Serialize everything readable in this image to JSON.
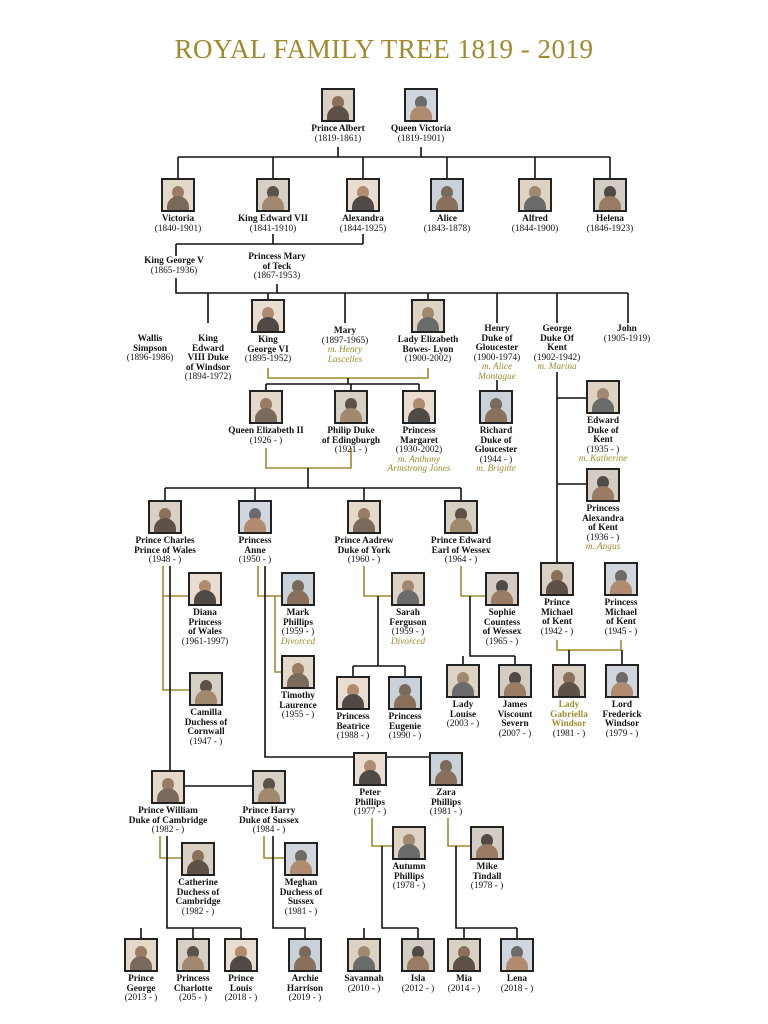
{
  "title": "ROYAL FAMILY TREE 1819 - 2019",
  "people": [
    {
      "id": "albert",
      "name": "Prince Albert",
      "years": "(1819-1861)",
      "photo": true
    },
    {
      "id": "victoria_q",
      "name": "Queen Victoria",
      "years": "(1819-1901)",
      "photo": true
    },
    {
      "id": "victoria",
      "name": "Victoria",
      "years": "(1840-1901)",
      "photo": true
    },
    {
      "id": "edward7",
      "name": "King Edward VII",
      "years": "(1841-1910)",
      "photo": true
    },
    {
      "id": "alexandra",
      "name": "Alexandra",
      "years": "(1844-1925)",
      "photo": true
    },
    {
      "id": "alice",
      "name": "Alice",
      "years": "(1843-1878)",
      "photo": true
    },
    {
      "id": "alfred",
      "name": "Alfred",
      "years": "(1844-1900)",
      "photo": true
    },
    {
      "id": "helena",
      "name": "Helena",
      "years": "(1846-1923)",
      "photo": true
    },
    {
      "id": "george5",
      "name": "King George V",
      "years": "(1865-1936)",
      "photo": false
    },
    {
      "id": "mary_teck",
      "name": "Princess Mary\nof Teck",
      "years": "(1867-1953)",
      "photo": false
    },
    {
      "id": "wallis",
      "name": "Wallis\nSimpson",
      "years": "(1896-1986)",
      "photo": false
    },
    {
      "id": "edward8",
      "name": "King\nEdward\nVIII Duke\nof Windsor",
      "years": "(1894-1972)",
      "photo": false
    },
    {
      "id": "george6",
      "name": "King\nGeorge VI",
      "years": "(1895-1952)",
      "photo": true
    },
    {
      "id": "mary",
      "name": "Mary",
      "years": "(1897-1965)",
      "spouse": "m. Henry\nLascelles",
      "photo": false
    },
    {
      "id": "eliz_bl",
      "name": "Lady Elizabeth\nBowes- Lyon",
      "years": "(1900-2002)",
      "photo": true
    },
    {
      "id": "henry_g",
      "name": "Henry\nDuke of\nGloucester",
      "years": "(1900-1974)",
      "spouse": "m. Alice\nMontague",
      "photo": false
    },
    {
      "id": "george_k",
      "name": "George\nDuke Of\nKent",
      "years": "(1902-1942)",
      "spouse": "m. Marina",
      "photo": false
    },
    {
      "id": "john",
      "name": "John",
      "years": "(1905-1919)",
      "photo": false
    },
    {
      "id": "eliz2",
      "name": "Queen Elizabeth II",
      "years": "(1926 - )",
      "photo": true
    },
    {
      "id": "philip",
      "name": "Philip Duke\nof Edingburgh",
      "years": "(1921 - )",
      "photo": true
    },
    {
      "id": "margaret",
      "name": "Princess\nMargaret",
      "years": "(1930-2002)",
      "spouse": "m. Anthony\nArmstrong Jones",
      "photo": true
    },
    {
      "id": "richard",
      "name": "Richard\nDuke of\nGloucester",
      "years": "(1944 - )",
      "spouse": "m. Brigitte",
      "photo": true
    },
    {
      "id": "edward_k",
      "name": "Edward\nDuke of\nKent",
      "years": "(1935 - )",
      "spouse": "m. Katherine",
      "photo": true
    },
    {
      "id": "alexandra_k",
      "name": "Princess\nAlexandra\nof Kent",
      "years": "(1936 - )",
      "spouse": "m. Angus",
      "photo": true
    },
    {
      "id": "charles",
      "name": "Prince Charles\nPrince of Wales",
      "years": "(1948 - )",
      "photo": true
    },
    {
      "id": "anne",
      "name": "Princess\nAnne",
      "years": "(1950 - )",
      "photo": true
    },
    {
      "id": "andrew",
      "name": "Prince Aadrew\nDuke of York",
      "years": "(1960 - )",
      "photo": true
    },
    {
      "id": "edward_w",
      "name": "Prince Edward\nEarl of Wessex",
      "years": "(1964 - )",
      "photo": true
    },
    {
      "id": "diana",
      "name": "Diana\nPrincess\nof Wales",
      "years": "(1961-1997)",
      "photo": true
    },
    {
      "id": "mark",
      "name": "Mark\nPhillips",
      "years": "(1959 - )",
      "spouse": "Divorced",
      "photo": true
    },
    {
      "id": "sarah",
      "name": "Sarah\nFerguson",
      "years": "(1959 - )",
      "spouse": "Divorced",
      "photo": true
    },
    {
      "id": "sophie",
      "name": "Sophie\nCountess\nof Wessex",
      "years": "(1965 - )",
      "photo": true
    },
    {
      "id": "michael",
      "name": "Prince\nMichael\nof Kent",
      "years": "(1942 - )",
      "photo": true
    },
    {
      "id": "michael_w",
      "name": "Princess\nMichael\nof Kent",
      "years": "(1945 - )",
      "photo": true
    },
    {
      "id": "timothy",
      "name": "Timothy\nLaurence",
      "years": "(1955 - )",
      "photo": true
    },
    {
      "id": "camilla",
      "name": "Camilla\nDuchess of\nCornwall",
      "years": "(1947 - )",
      "photo": true
    },
    {
      "id": "beatrice",
      "name": "Princess\nBeatrice",
      "years": "(1988 - )",
      "photo": true
    },
    {
      "id": "eugenie",
      "name": "Princess\nEugenie",
      "years": "(1990 - )",
      "photo": true
    },
    {
      "id": "louise",
      "name": "Lady\nLouise",
      "years": "(2003 - )",
      "photo": true
    },
    {
      "id": "james",
      "name": "James\nViscount\nSevern",
      "years": "(2007 - )",
      "photo": true
    },
    {
      "id": "gabriella",
      "name": "Lady\nGabriella\nWindsor",
      "years": "(1981 - )",
      "photo": true,
      "gold": true
    },
    {
      "id": "frederick",
      "name": "Lord\nFrederick\nWindsor",
      "years": "(1979 - )",
      "photo": true
    },
    {
      "id": "william",
      "name": "Prince William\nDuke of Cambridge",
      "years": "(1982 - )",
      "photo": true
    },
    {
      "id": "harry",
      "name": "Prince Harry\nDuke of Sussex",
      "years": "(1984 - )",
      "photo": true
    },
    {
      "id": "peter",
      "name": "Peter\nPhillips",
      "years": "(1977 - )",
      "photo": true
    },
    {
      "id": "zara",
      "name": "Zara\nPhillips",
      "years": "(1981 - )",
      "photo": true
    },
    {
      "id": "autumn",
      "name": "Autumn\nPhillips",
      "years": "(1978 - )",
      "photo": true
    },
    {
      "id": "mike",
      "name": "Mike\nTindall",
      "years": "(1978 - )",
      "photo": true
    },
    {
      "id": "catherine",
      "name": "Catherine\nDuchess of\nCambridge",
      "years": "(1982 - )",
      "photo": true
    },
    {
      "id": "meghan",
      "name": "Meghan\nDuchess of\nSussex",
      "years": "(1981 - )",
      "photo": true
    },
    {
      "id": "george",
      "name": "Prince\nGeorge",
      "years": "(2013 - )",
      "photo": true
    },
    {
      "id": "charlotte",
      "name": "Princess\nCharlotte",
      "years": "(205 - )",
      "photo": true
    },
    {
      "id": "louis",
      "name": "Prince\nLouis",
      "years": "(2018 - )",
      "photo": true
    },
    {
      "id": "archie",
      "name": "Archie\nHarrison",
      "years": "(2019 - )",
      "photo": true
    },
    {
      "id": "savannah",
      "name": "Savannah",
      "years": "(2010 - )",
      "photo": true
    },
    {
      "id": "isla",
      "name": "Isla",
      "years": "(2012 - )",
      "photo": true
    },
    {
      "id": "mia",
      "name": "Mia",
      "years": "(2014 - )",
      "photo": true
    },
    {
      "id": "lena",
      "name": "Lena",
      "years": "(2018 - )",
      "photo": true
    }
  ],
  "colors": {
    "descent_line": "#111111",
    "marriage_line": "#a08a2c",
    "title": "#a08a2c"
  }
}
